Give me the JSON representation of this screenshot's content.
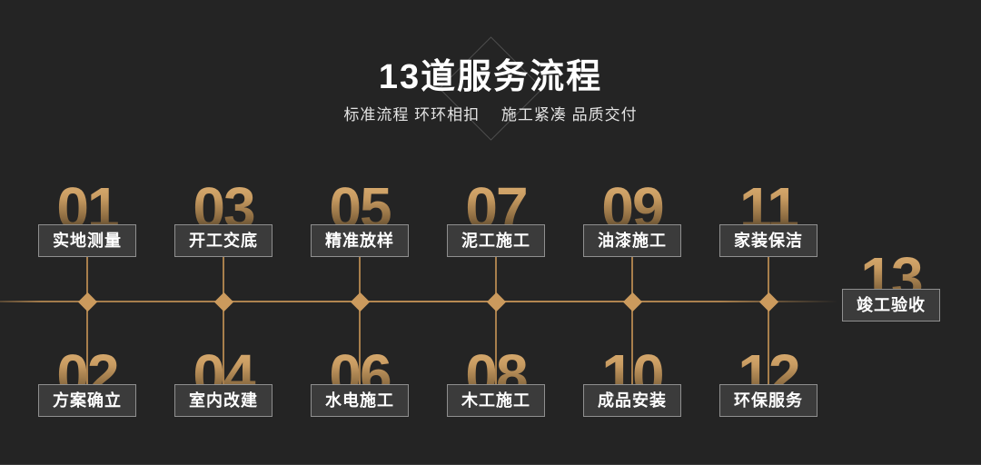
{
  "header": {
    "title": "13道服务流程",
    "subtitle": "标准流程 环环相扣　 施工紧凑 品质交付"
  },
  "steps": [
    {
      "num": "01",
      "label": "实地测量"
    },
    {
      "num": "02",
      "label": "方案确立"
    },
    {
      "num": "03",
      "label": "开工交底"
    },
    {
      "num": "04",
      "label": "室内改建"
    },
    {
      "num": "05",
      "label": "精准放样"
    },
    {
      "num": "06",
      "label": "水电施工"
    },
    {
      "num": "07",
      "label": "泥工施工"
    },
    {
      "num": "08",
      "label": "木工施工"
    },
    {
      "num": "09",
      "label": "油漆施工"
    },
    {
      "num": "10",
      "label": "成品安装"
    },
    {
      "num": "11",
      "label": "家装保洁"
    },
    {
      "num": "12",
      "label": "环保服务"
    },
    {
      "num": "13",
      "label": "竣工验收"
    }
  ],
  "colors": {
    "background": "#242424",
    "timeline_gold": "#b88a52",
    "node_gold": "#cb9a5d",
    "number_gradient_top": "#ddb074",
    "number_gradient_bottom": "#372f23",
    "box_background": "#3b3b3b",
    "box_border": "#8f8f8f",
    "text_white": "#ffffff"
  }
}
